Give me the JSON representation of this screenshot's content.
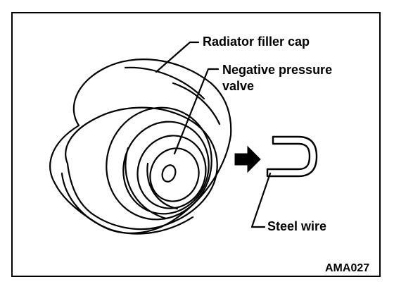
{
  "labels": {
    "radiator_filler_cap": "Radiator filler cap",
    "negative_pressure_valve_line1": "Negative pressure",
    "negative_pressure_valve_line2": "valve",
    "steel_wire": "Steel wire",
    "figure_code": "AMA027"
  }
}
